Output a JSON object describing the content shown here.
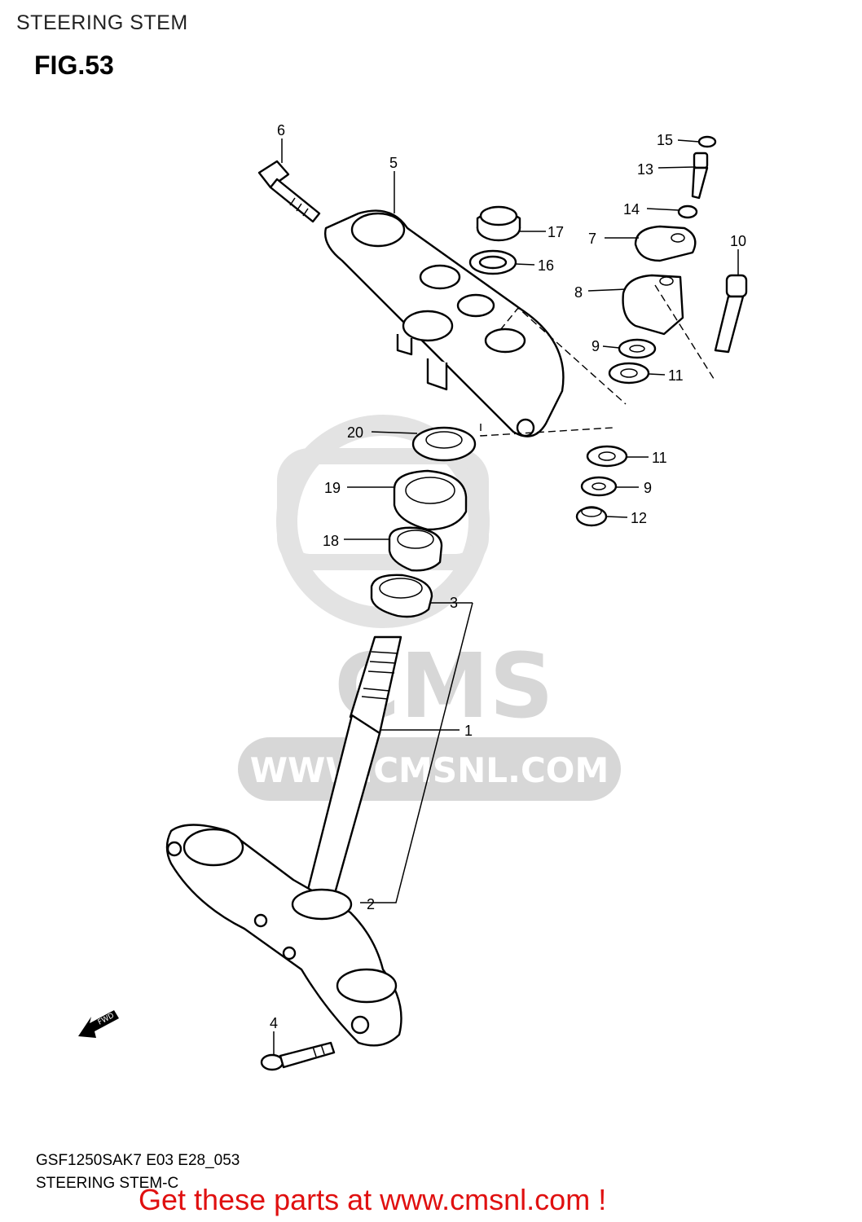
{
  "header": {
    "title": "STEERING STEM",
    "figure": "FIG.53"
  },
  "watermark": {
    "brand": "CMS",
    "url": "WWW.CMSNL.COM"
  },
  "callouts": [
    {
      "id": "1",
      "label": "1"
    },
    {
      "id": "2",
      "label": "2"
    },
    {
      "id": "3",
      "label": "3"
    },
    {
      "id": "4",
      "label": "4"
    },
    {
      "id": "5",
      "label": "5"
    },
    {
      "id": "6",
      "label": "6"
    },
    {
      "id": "7",
      "label": "7"
    },
    {
      "id": "8",
      "label": "8"
    },
    {
      "id": "9a",
      "label": "9"
    },
    {
      "id": "9b",
      "label": "9"
    },
    {
      "id": "10",
      "label": "10"
    },
    {
      "id": "11a",
      "label": "11"
    },
    {
      "id": "11b",
      "label": "11"
    },
    {
      "id": "12",
      "label": "12"
    },
    {
      "id": "13",
      "label": "13"
    },
    {
      "id": "14",
      "label": "14"
    },
    {
      "id": "15",
      "label": "15"
    },
    {
      "id": "16",
      "label": "16"
    },
    {
      "id": "17",
      "label": "17"
    },
    {
      "id": "18",
      "label": "18"
    },
    {
      "id": "19",
      "label": "19"
    },
    {
      "id": "20",
      "label": "20"
    }
  ],
  "fwd_arrow": {
    "label": "FWD"
  },
  "footer": {
    "code": "GSF1250SAK7 E03 E28_053",
    "subtitle": "STEERING STEM-C",
    "cta": "Get these parts at www.cmsnl.com !"
  },
  "colors": {
    "cta": "#e01010",
    "watermark": "#d7d7d7"
  }
}
